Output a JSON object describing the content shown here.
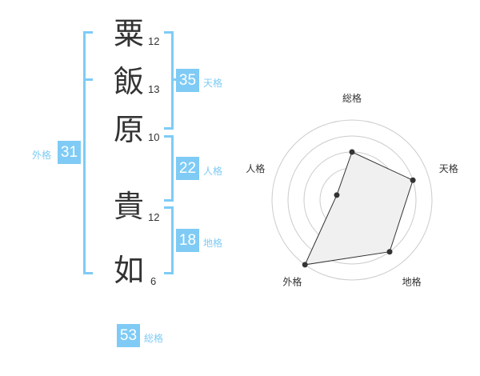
{
  "name_chars": [
    {
      "char": "粟",
      "strokes": "12"
    },
    {
      "char": "飯",
      "strokes": "13"
    },
    {
      "char": "原",
      "strokes": "10"
    },
    {
      "char": "貴",
      "strokes": "12"
    },
    {
      "char": "如",
      "strokes": "6"
    }
  ],
  "kaku": {
    "ten": {
      "value": "35",
      "label": "天格"
    },
    "jin": {
      "value": "22",
      "label": "人格"
    },
    "chi": {
      "value": "18",
      "label": "地格"
    },
    "gai": {
      "value": "31",
      "label": "外格"
    },
    "so": {
      "value": "53",
      "label": "総格"
    }
  },
  "chart_data": {
    "type": "radar",
    "axes": [
      "総格",
      "天格",
      "地格",
      "外格",
      "人格"
    ],
    "values": [
      3,
      4,
      4,
      5,
      1
    ],
    "range": [
      0,
      5
    ],
    "rings": 5
  },
  "colors": {
    "accent": "#7fcbf5",
    "fill": "#f0f0f0",
    "line": "#333333"
  }
}
